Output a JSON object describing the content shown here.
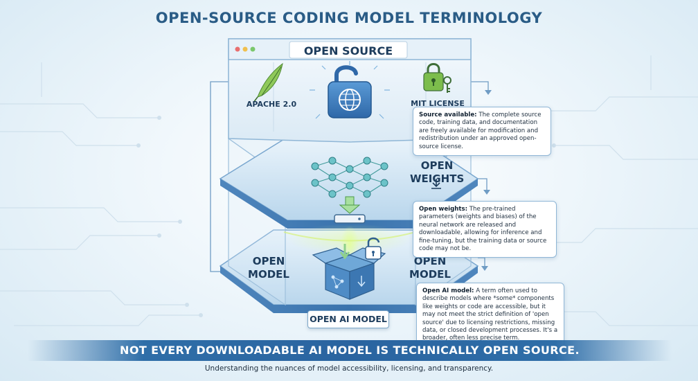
{
  "title": "OPEN-SOURCE CODING MODEL TERMINOLOGY",
  "layers": {
    "top": {
      "title": "OPEN SOURCE",
      "left_label": "APACHE 2.0",
      "right_label": "MIT LICENSE"
    },
    "middle": {
      "label_line1": "OPEN",
      "label_line2": "WEIGHTS"
    },
    "bottom": {
      "left_line1": "OPEN",
      "left_line2": "MODEL",
      "right_line1": "OPEN",
      "right_line2": "MODEL",
      "badge": "OPEN AI MODEL"
    }
  },
  "callouts": {
    "source_available": {
      "term": "Source available:",
      "text": "The complete source code, training data, and documentation are freely available for modification and redistribution under an approved open-source license."
    },
    "open_weights": {
      "term": "Open weights:",
      "text": "The pre-trained parameters (weights and biases) of the neural network are released and downloadable, allowing for inference and fine-tuning, but the training data or source code may not be."
    },
    "open_ai_model": {
      "term": "Open AI model:",
      "text": "A term often used to describe models where *some* components like weights or code are accessible, but it may not meet the strict definition of 'open source' due to licensing restrictions, missing data, or closed development processes. It's a broader, often less precise term."
    }
  },
  "banner": "NOT EVERY DOWNLOADABLE AI MODEL IS TECHNICALLY OPEN SOURCE.",
  "subtitle": "Understanding the nuances of model accessibility, licensing, and transparency.",
  "icons": [
    "feather-icon",
    "unlocked-padlock-globe-icon",
    "padlock-key-icon",
    "neural-network-icon",
    "download-arrow-icon",
    "drive-icon",
    "open-box-icon",
    "small-padlock-icon"
  ],
  "colors": {
    "accent": "#2a64a0",
    "panel": "#cfe3f1",
    "glow": "#c8f07a"
  }
}
